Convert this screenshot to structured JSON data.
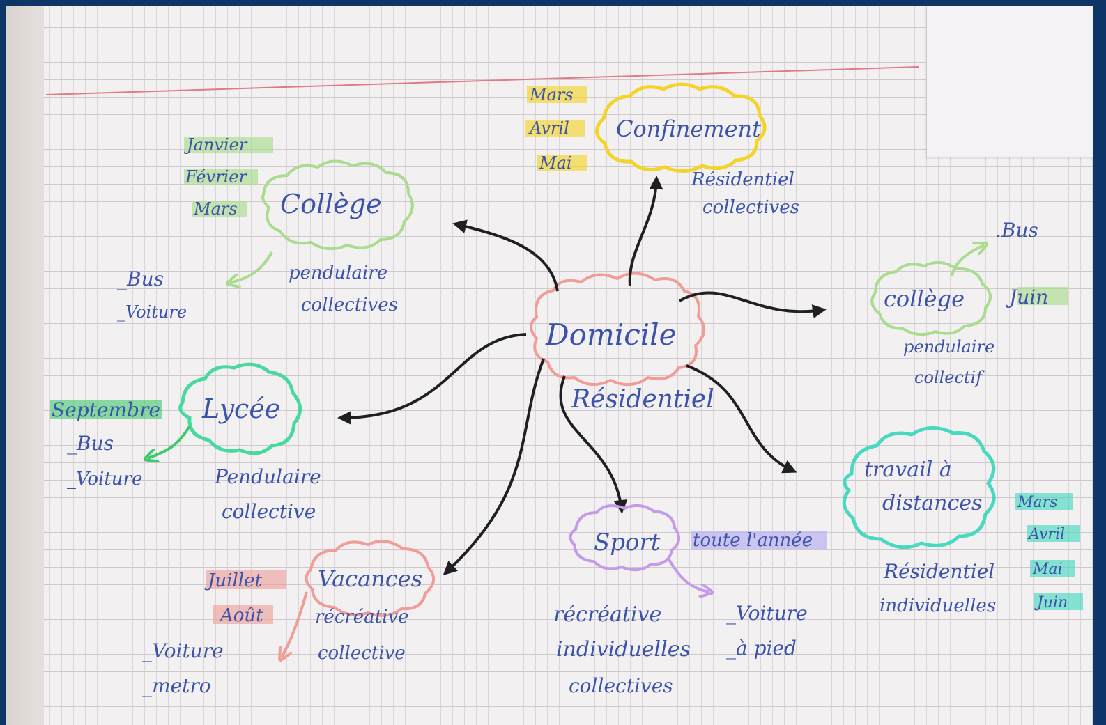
{
  "center": {
    "label": "Domicile",
    "sub": "Résidentiel"
  },
  "confinement": {
    "label": "Confinement",
    "months": [
      "Mars",
      "Avril",
      "Mai"
    ],
    "notes": [
      "Résidentiel",
      "collectives"
    ]
  },
  "college_left": {
    "label": "Collège",
    "months": [
      "Janvier",
      "Février",
      "Mars"
    ],
    "transport": [
      "_Bus",
      "_Voiture"
    ],
    "notes": [
      "pendulaire",
      "collectives"
    ]
  },
  "college_right": {
    "label": "collège",
    "month": "Juin",
    "transport": ".Bus",
    "notes": [
      "pendulaire",
      "collectif"
    ]
  },
  "lycee": {
    "label": "Lycée",
    "month": "Septembre",
    "transport": [
      "_Bus",
      "_Voiture"
    ],
    "notes": [
      "Pendulaire",
      "collective"
    ]
  },
  "vacances": {
    "label": "Vacances",
    "months": [
      "Juillet",
      "Août"
    ],
    "transport": [
      "_Voiture",
      "_metro"
    ],
    "notes": [
      "récréative",
      "collective"
    ]
  },
  "sport": {
    "label": "Sport",
    "period": "toute l'année",
    "notes": [
      "récréative",
      "individuelles",
      "collectives"
    ],
    "transport": [
      "_Voiture",
      "_à pied"
    ]
  },
  "travail": {
    "label": [
      "travail à",
      "distances"
    ],
    "months": [
      "Mars",
      "Avril",
      "Mai",
      "Juin"
    ],
    "notes": [
      "Résidentiel",
      "individuelles"
    ]
  },
  "colors": {
    "frame": "#0d3566",
    "ink": "#3b53a8",
    "arrow": "#1f2024",
    "margin_line": "#e07a86",
    "yellow": "#f3d42c",
    "green_light": "#a9dc8e",
    "green": "#3fc86d",
    "teal": "#49d9c0",
    "pink": "#ef9d96",
    "purple": "#c39be8",
    "blue_hl": "#bdb6f0"
  }
}
